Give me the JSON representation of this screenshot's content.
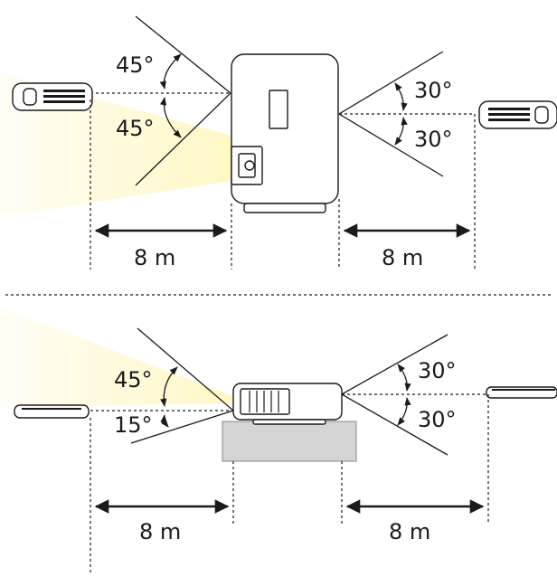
{
  "top": {
    "left_angle_upper": "45°",
    "left_angle_lower": "45°",
    "right_angle_upper": "30°",
    "right_angle_lower": "30°",
    "left_distance": "8 m",
    "right_distance": "8 m"
  },
  "bottom": {
    "left_angle_upper": "45°",
    "left_angle_lower": "15°",
    "right_angle_upper": "30°",
    "right_angle_lower": "30°",
    "left_distance": "8 m",
    "right_distance": "8 m"
  },
  "colors": {
    "beam": "#fff3b0",
    "stand": "#d4d4d4",
    "line": "#1a1a1a"
  }
}
